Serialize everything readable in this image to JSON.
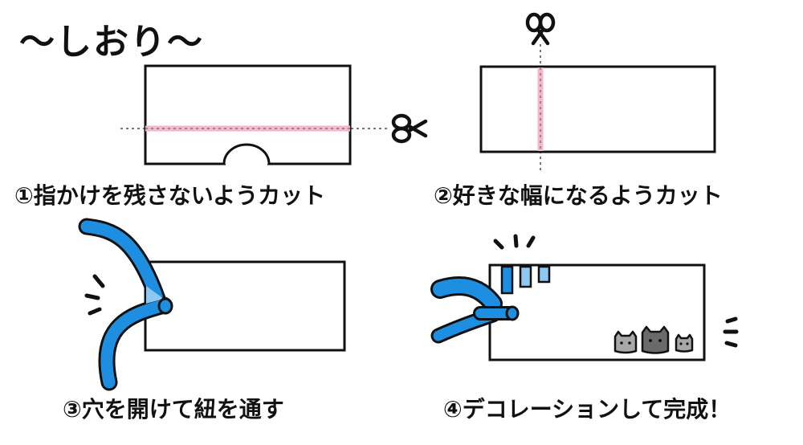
{
  "title": "〜しおり〜",
  "steps": [
    {
      "label": "①指かけを残さないようカット"
    },
    {
      "label": "②好きな幅になるようカット"
    },
    {
      "label": "③穴を開けて紐を通す"
    },
    {
      "label": "④デコレーションして完成！"
    }
  ],
  "icons": {
    "scissors": "scissors-icon",
    "motion": "motion-lines-icon",
    "cat": "cat-face-icon"
  },
  "colors": {
    "outline": "#111111",
    "cut_line": "#f4b6c8",
    "ribbon": "#1e8fe0",
    "ribbon_light": "#8cc8f2",
    "cat_light": "#a8a8a8",
    "cat_dark": "#6a6a6a",
    "guide": "#777777"
  }
}
